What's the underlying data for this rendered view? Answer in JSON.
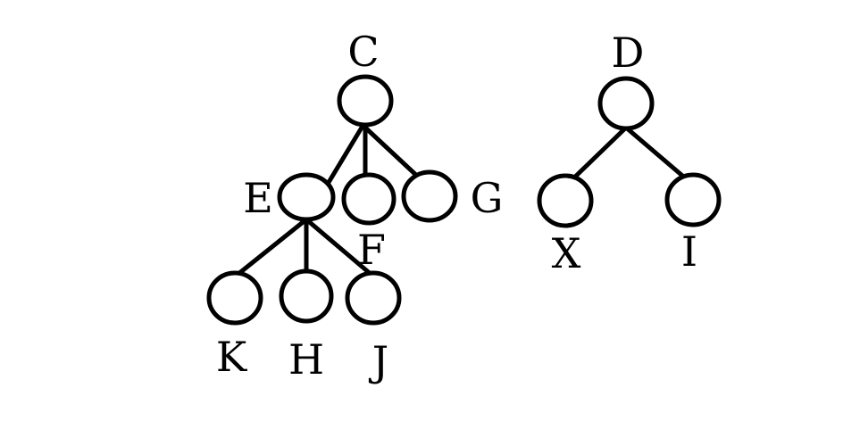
{
  "trees": [
    {
      "root": "C",
      "nodes": [
        "C",
        "E",
        "F",
        "G",
        "K",
        "H",
        "J"
      ],
      "edges": [
        [
          "C",
          "E"
        ],
        [
          "C",
          "F"
        ],
        [
          "C",
          "G"
        ],
        [
          "E",
          "K"
        ],
        [
          "E",
          "H"
        ],
        [
          "E",
          "J"
        ]
      ]
    },
    {
      "root": "D",
      "nodes": [
        "D",
        "X",
        "I"
      ],
      "edges": [
        [
          "D",
          "X"
        ],
        [
          "D",
          "I"
        ]
      ]
    }
  ],
  "labels": {
    "C": "C",
    "D": "D",
    "E": "E",
    "F": "F",
    "G": "G",
    "X": "X",
    "I": "I",
    "K": "K",
    "H": "H",
    "J": "J"
  }
}
